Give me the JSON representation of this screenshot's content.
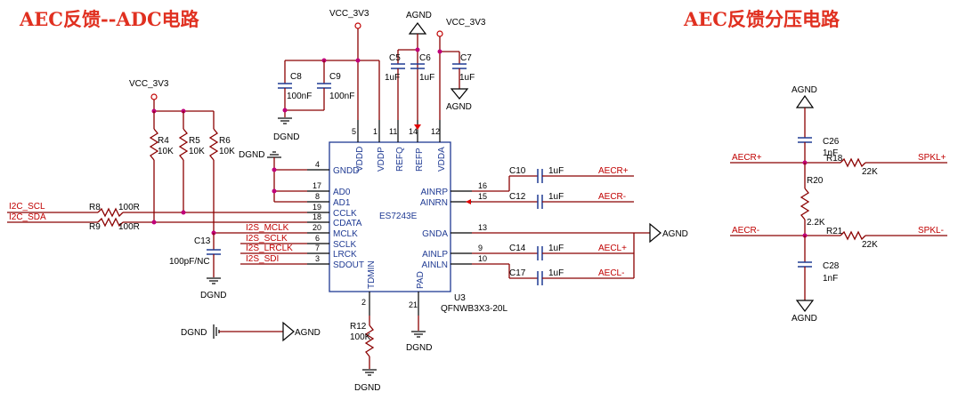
{
  "titles": {
    "left": "AEC反馈--ADC电路",
    "right": "AEC反馈分压电路"
  },
  "power": {
    "vcc": "VCC_3V3",
    "agnd": "AGND",
    "dgnd": "DGND"
  },
  "chip": {
    "name": "ES7243E",
    "ref": "U3",
    "package": "QFNWB3X3-20L",
    "left_pins": [
      {
        "num": "4",
        "name": "GNDD"
      },
      {
        "num": "17",
        "name": "AD0"
      },
      {
        "num": "8",
        "name": "AD1"
      },
      {
        "num": "19",
        "name": "CCLK"
      },
      {
        "num": "18",
        "name": "CDATA"
      },
      {
        "num": "20",
        "name": "MCLK"
      },
      {
        "num": "6",
        "name": "SCLK"
      },
      {
        "num": "7",
        "name": "LRCK"
      },
      {
        "num": "3",
        "name": "SDOUT"
      }
    ],
    "top_pins": [
      {
        "num": "5",
        "name": "VDDD"
      },
      {
        "num": "1",
        "name": "VDDP"
      },
      {
        "num": "11",
        "name": "REFQ"
      },
      {
        "num": "14",
        "name": "REFP"
      },
      {
        "num": "12",
        "name": "VDDA"
      }
    ],
    "right_pins": [
      {
        "num": "16",
        "name": "AINRP"
      },
      {
        "num": "15",
        "name": "AINRN"
      },
      {
        "num": "13",
        "name": "GNDA"
      },
      {
        "num": "9",
        "name": "AINLP"
      },
      {
        "num": "10",
        "name": "AINLN"
      }
    ],
    "bottom_pins": [
      {
        "num": "2",
        "name": "TDMIN"
      },
      {
        "num": "21",
        "name": "PAD"
      }
    ]
  },
  "components": {
    "C8": {
      "ref": "C8",
      "value": "100nF"
    },
    "C9": {
      "ref": "C9",
      "value": "100nF"
    },
    "C5": {
      "ref": "C5",
      "value": "1uF"
    },
    "C6": {
      "ref": "C6",
      "value": "1uF"
    },
    "C7": {
      "ref": "C7",
      "value": "1uF"
    },
    "R4": {
      "ref": "R4",
      "value": "10K"
    },
    "R5": {
      "ref": "R5",
      "value": "10K"
    },
    "R6": {
      "ref": "R6",
      "value": "10K"
    },
    "R8": {
      "ref": "R8",
      "value": "100R"
    },
    "R9": {
      "ref": "R9",
      "value": "100R"
    },
    "C13": {
      "ref": "C13",
      "value": "100pF/NC"
    },
    "C10": {
      "ref": "C10",
      "value": "1uF"
    },
    "C12": {
      "ref": "C12",
      "value": "1uF"
    },
    "C14": {
      "ref": "C14",
      "value": "1uF"
    },
    "C17": {
      "ref": "C17",
      "value": "1uF"
    },
    "R12": {
      "ref": "R12",
      "value": "100K"
    },
    "C26": {
      "ref": "C26",
      "value": "1nF"
    },
    "R18": {
      "ref": "R18",
      "value": "22K"
    },
    "R20": {
      "ref": "R20",
      "value": "2.2K"
    },
    "R21": {
      "ref": "R21",
      "value": "22K"
    },
    "C28": {
      "ref": "C28",
      "value": "1nF"
    }
  },
  "nets": {
    "i2c_scl": "I2C_SCL",
    "i2c_sda": "I2C_SDA",
    "i2s_mclk": "I2S_MCLK",
    "i2s_sclk": "I2S_SCLK",
    "i2s_lrclk": "I2S_LRCLK",
    "i2s_sdi": "I2S_SDI",
    "aecr_p": "AECR+",
    "aecr_n": "AECR-",
    "aecl_p": "AECL+",
    "aecl_n": "AECL-",
    "spkl_p": "SPKL+",
    "spkl_n": "SPKL-"
  }
}
